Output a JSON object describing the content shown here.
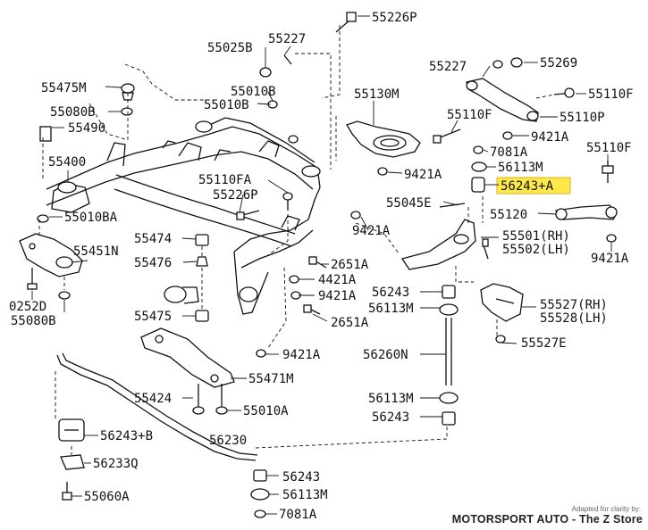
{
  "diagram": {
    "labels": [
      {
        "id": "p55226p-top",
        "text": "55226P"
      },
      {
        "id": "p55025b",
        "text": "55025B"
      },
      {
        "id": "p55227-top",
        "text": "55227"
      },
      {
        "id": "p55475m",
        "text": "55475M"
      },
      {
        "id": "p55010b-1",
        "text": "55010B"
      },
      {
        "id": "p55010b-2",
        "text": "55010B"
      },
      {
        "id": "p55080b",
        "text": "55080B"
      },
      {
        "id": "p55490",
        "text": "55490"
      },
      {
        "id": "p55130m",
        "text": "55130M"
      },
      {
        "id": "p55227-right",
        "text": "55227"
      },
      {
        "id": "p55269",
        "text": "55269"
      },
      {
        "id": "p55110f-1",
        "text": "55110F"
      },
      {
        "id": "p55110p",
        "text": "55110P"
      },
      {
        "id": "p55110f-2",
        "text": "55110F"
      },
      {
        "id": "p9421a-1",
        "text": "9421A"
      },
      {
        "id": "p55400",
        "text": "55400"
      },
      {
        "id": "p9421a-2",
        "text": "9421A"
      },
      {
        "id": "p55110f-3",
        "text": "55110F"
      },
      {
        "id": "p7081a-1",
        "text": "7081A"
      },
      {
        "id": "p56113m-1",
        "text": "56113M"
      },
      {
        "id": "p55110fa",
        "text": "55110FA"
      },
      {
        "id": "p55226p-2",
        "text": "55226P"
      },
      {
        "id": "p55010ba",
        "text": "55010BA"
      },
      {
        "id": "p55045e",
        "text": "55045E"
      },
      {
        "id": "p55120",
        "text": "55120"
      },
      {
        "id": "p9421a-3",
        "text": "9421A"
      },
      {
        "id": "p55474",
        "text": "55474"
      },
      {
        "id": "p55501rh",
        "text": "55501(RH)"
      },
      {
        "id": "p55502lh",
        "text": "55502(LH)"
      },
      {
        "id": "p55451n",
        "text": "55451N"
      },
      {
        "id": "p9421a-4",
        "text": "9421A"
      },
      {
        "id": "p55476",
        "text": "55476"
      },
      {
        "id": "p2651a-1",
        "text": "2651A"
      },
      {
        "id": "p4421a",
        "text": "4421A"
      },
      {
        "id": "p56243-1",
        "text": "56243"
      },
      {
        "id": "p9421a-5",
        "text": "9421A"
      },
      {
        "id": "p0252d",
        "text": "0252D"
      },
      {
        "id": "p56113m-2",
        "text": "56113M"
      },
      {
        "id": "p55527rh",
        "text": "55527(RH)"
      },
      {
        "id": "p55528lh",
        "text": "55528(LH)"
      },
      {
        "id": "p55080b-2",
        "text": "55080B"
      },
      {
        "id": "p55475",
        "text": "55475"
      },
      {
        "id": "p2651a-2",
        "text": "2651A"
      },
      {
        "id": "p55527e",
        "text": "55527E"
      },
      {
        "id": "p9421a-6",
        "text": "9421A"
      },
      {
        "id": "p56260n",
        "text": "56260N"
      },
      {
        "id": "p55471m",
        "text": "55471M"
      },
      {
        "id": "p55424",
        "text": "55424"
      },
      {
        "id": "p56113m-3",
        "text": "56113M"
      },
      {
        "id": "p55010a",
        "text": "55010A"
      },
      {
        "id": "p56243-2",
        "text": "56243"
      },
      {
        "id": "p56243b",
        "text": "56243+B"
      },
      {
        "id": "p56230",
        "text": "56230"
      },
      {
        "id": "p56233q",
        "text": "56233Q"
      },
      {
        "id": "p56243-3",
        "text": "56243"
      },
      {
        "id": "p55060a",
        "text": "55060A"
      },
      {
        "id": "p56113m-4",
        "text": "56113M"
      },
      {
        "id": "p7081a-2",
        "text": "7081A"
      }
    ],
    "highlight": {
      "text": "56243+A",
      "color": "#ffe84a",
      "border": "#c9a800"
    }
  },
  "credit": {
    "small": "Adapted for clarity by:",
    "main": "MOTORSPORT AUTO - The Z Store"
  }
}
